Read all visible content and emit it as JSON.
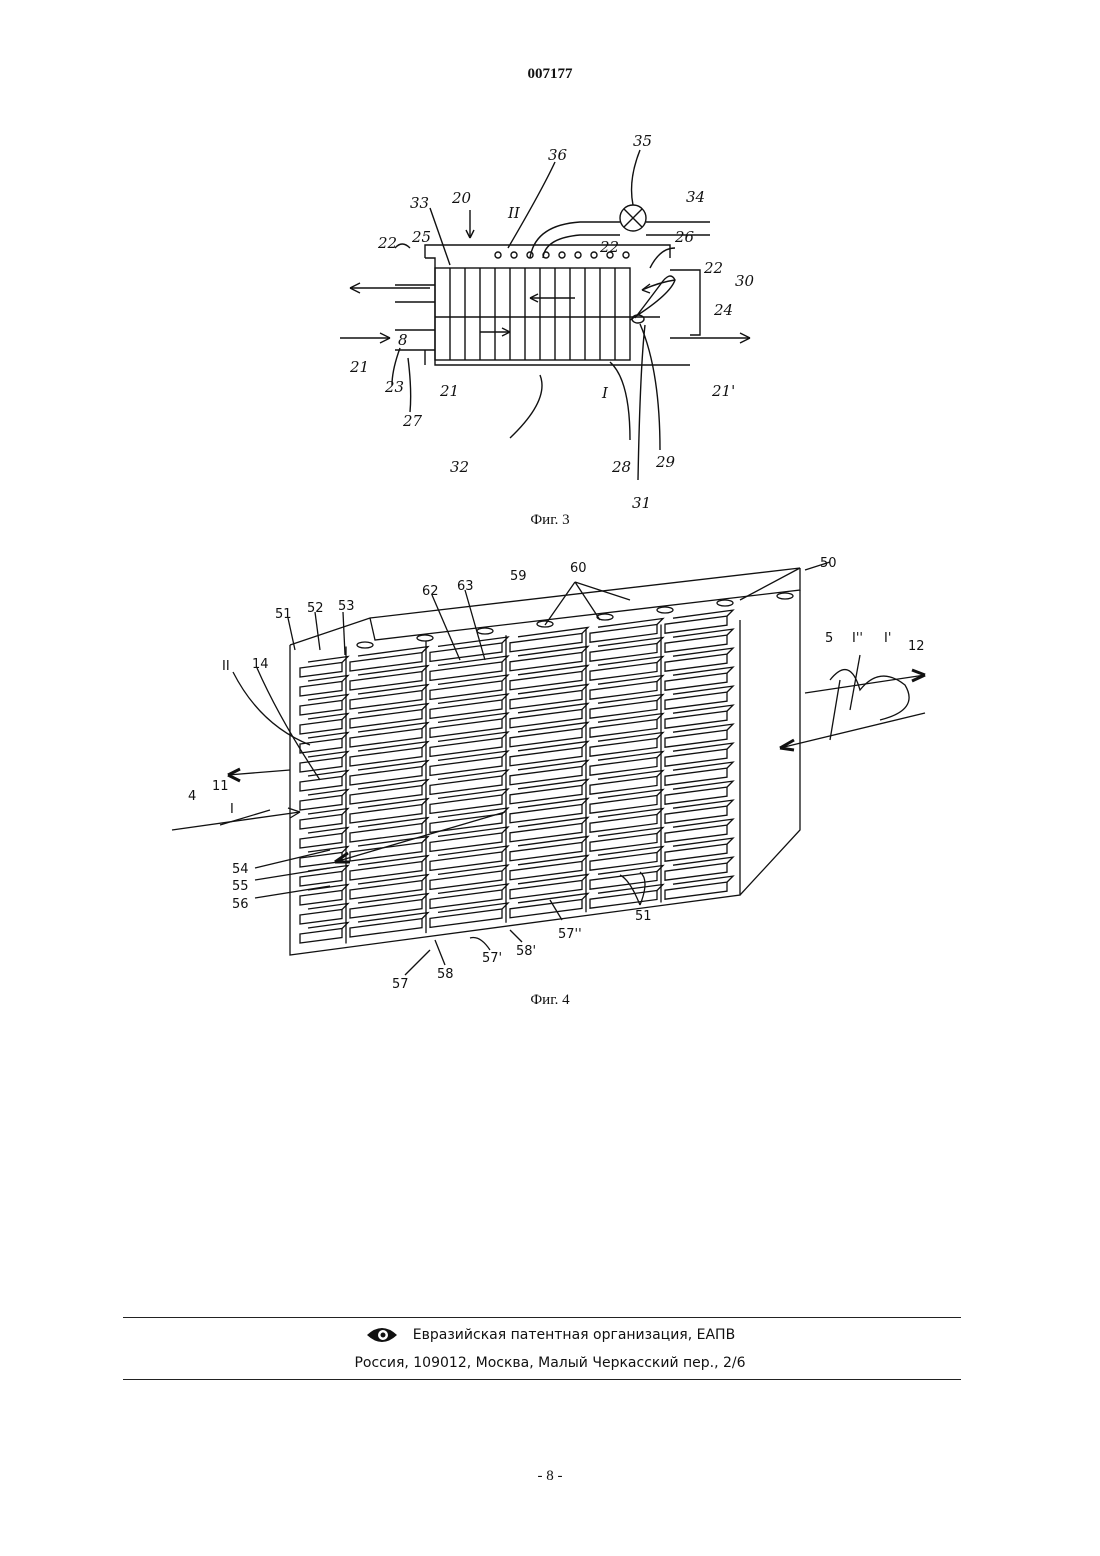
{
  "document": {
    "number": "007177",
    "page_number": "- 8 -"
  },
  "figure3": {
    "caption": "Фиг. 3",
    "labels": [
      "36",
      "35",
      "34",
      "33",
      "20",
      "II",
      "22",
      "25",
      "26",
      "22",
      "22",
      "30",
      "24",
      "21",
      "23",
      "27",
      "21",
      "I",
      "21'",
      "32",
      "28",
      "29",
      "31",
      "8"
    ]
  },
  "figure4": {
    "caption": "Фиг. 4",
    "labels": [
      "50",
      "60",
      "59",
      "62",
      "63",
      "51",
      "52",
      "53",
      "5",
      "I''",
      "I'",
      "12",
      "II",
      "14",
      "11",
      "4",
      "I",
      "54",
      "55",
      "56",
      "57",
      "58",
      "57'",
      "58'",
      "57''",
      "51"
    ]
  },
  "footer": {
    "organization": "Евразийская патентная организация, ЕАПВ",
    "address": "Россия, 109012, Москва, Малый Черкасский пер., 2/6"
  }
}
